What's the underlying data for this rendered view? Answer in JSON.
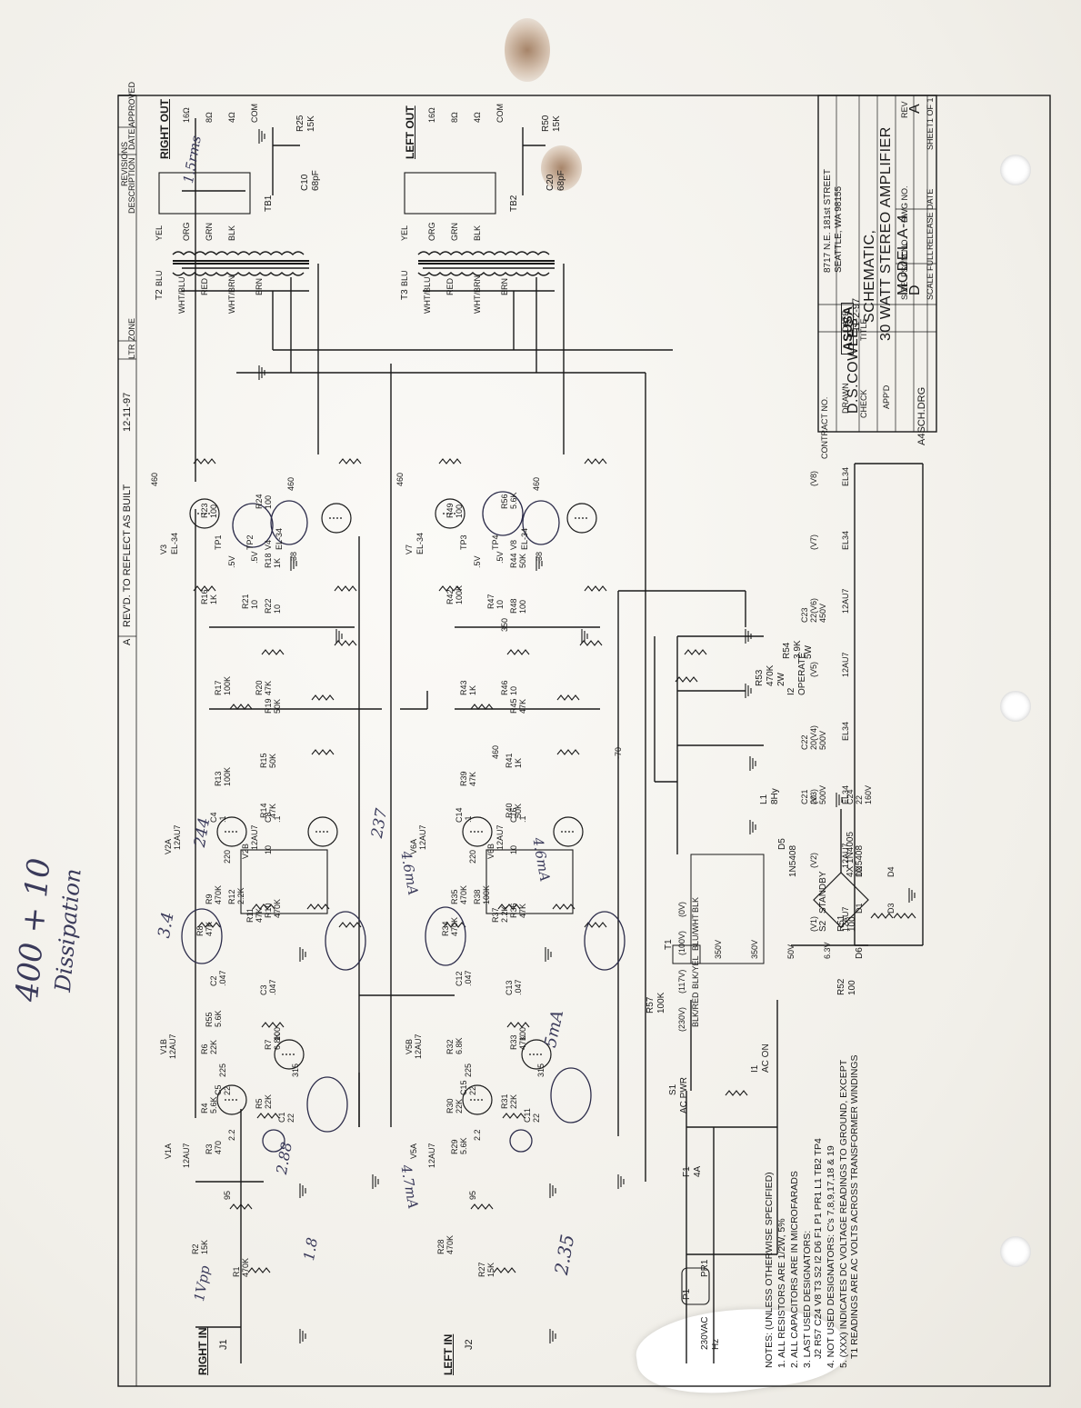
{
  "title_block": {
    "company_logo": "ASUSA",
    "address_line1": "8717 N.E. 181st STREET",
    "address_line2": "SEATTLE, WA 98155",
    "title_label": "TITLE",
    "title_line1": "SCHEMATIC,",
    "title_line2": "30 WATT STEREO AMPLIFIER",
    "title_line3": "MODEL A-4",
    "contract_label": "CONTRACT NO.",
    "drawn_label": "DRAWN",
    "drawn_by": "D.S.COWLES",
    "date_label": "DATE",
    "date": "11-2-97",
    "check_label": "CHECK",
    "appd_label": "APP'D",
    "size_label": "SIZE",
    "size": "D",
    "fscm_label": "FSCM NO.",
    "dwg_label": "DWG NO.",
    "rev_label": "REV",
    "rev": "A",
    "scale_label": "SCALE FULL",
    "release_label": "RELEASE DATE",
    "sheet_label": "SHEET",
    "sheet": "1 OF 1",
    "filename": "A4SCH.DRG"
  },
  "revisions": {
    "header": "REVISIONS",
    "col_zone": "ZONE",
    "col_ltr": "LTR",
    "col_desc": "DESCRIPTION",
    "col_date": "DATE",
    "col_appr": "APPROVED",
    "row_ltr": "A",
    "row_desc": "REV'D. TO REFLECT AS BUILT",
    "row_date": "12-11-97"
  },
  "channels": {
    "right": {
      "input_label": "RIGHT IN",
      "output_label": "RIGHT OUT",
      "jack": "J1",
      "tb": "TB1",
      "transformer": "T2",
      "cap_out": "C10",
      "cap_out_val": "68pF",
      "r_fb": "R25",
      "r_fb_val": "15K",
      "tubes": [
        "V1A",
        "V1B",
        "V2A",
        "V2B",
        "V3",
        "V4"
      ],
      "resistors": [
        {
          "ref": "R1",
          "val": "470K"
        },
        {
          "ref": "R2",
          "val": "15K"
        },
        {
          "ref": "R3",
          "val": "470"
        },
        {
          "ref": "R4",
          "val": "5.6K"
        },
        {
          "ref": "R5",
          "val": "22K"
        },
        {
          "ref": "R6",
          "val": "22K"
        },
        {
          "ref": "R7",
          "val": "6.8K"
        },
        {
          "ref": "R8",
          "val": "47K"
        },
        {
          "ref": "R9",
          "val": "470K"
        },
        {
          "ref": "R10",
          "val": "470K"
        },
        {
          "ref": "R11",
          "val": "47K"
        },
        {
          "ref": "R12",
          "val": "2.2K"
        },
        {
          "ref": "R13",
          "val": "100K"
        },
        {
          "ref": "R14",
          "val": "47K"
        },
        {
          "ref": "R15",
          "val": "50K"
        },
        {
          "ref": "R16",
          "val": "1K"
        },
        {
          "ref": "R17",
          "val": "100K"
        },
        {
          "ref": "R18",
          "val": "1K"
        },
        {
          "ref": "R19",
          "val": "50K"
        },
        {
          "ref": "R20",
          "val": "47K"
        },
        {
          "ref": "R21",
          "val": "10"
        },
        {
          "ref": "R22",
          "val": "10"
        },
        {
          "ref": "R23",
          "val": "100"
        },
        {
          "ref": "R24",
          "val": "100"
        },
        {
          "ref": "R55",
          "val": "5.6K"
        }
      ],
      "caps": [
        {
          "ref": "C1",
          "val": "22"
        },
        {
          "ref": "C2",
          "val": ".047"
        },
        {
          "ref": "C3",
          "val": ".047"
        },
        {
          "ref": "C4",
          "val": ".1"
        },
        {
          "ref": "C5",
          "val": "22"
        },
        {
          "ref": "C8",
          "val": ".1"
        }
      ],
      "tp": [
        "TP1",
        "TP2"
      ]
    },
    "left": {
      "input_label": "LEFT IN",
      "output_label": "LEFT OUT",
      "jack": "J2",
      "tb": "TB2",
      "transformer": "T3",
      "cap_out": "C20",
      "cap_out_val": "68pF",
      "r_fb": "R50",
      "r_fb_val": "15K",
      "tubes": [
        "V5A",
        "V5B",
        "V6A",
        "V6B",
        "V7",
        "V8"
      ],
      "resistors": [
        {
          "ref": "R27",
          "val": "15K"
        },
        {
          "ref": "R28",
          "val": "470K"
        },
        {
          "ref": "R29",
          "val": "5.6K"
        },
        {
          "ref": "R30",
          "val": "22K"
        },
        {
          "ref": "R31",
          "val": "22K"
        },
        {
          "ref": "R32",
          "val": "6.8K"
        },
        {
          "ref": "R33",
          "val": "47K"
        },
        {
          "ref": "R34",
          "val": "470K"
        },
        {
          "ref": "R35",
          "val": "470K"
        },
        {
          "ref": "R36",
          "val": "47K"
        },
        {
          "ref": "R37",
          "val": "2.2K"
        },
        {
          "ref": "R38",
          "val": "100K"
        },
        {
          "ref": "R39",
          "val": "47K"
        },
        {
          "ref": "R40",
          "val": "50K"
        },
        {
          "ref": "R41",
          "val": "1K"
        },
        {
          "ref": "R42",
          "val": "100K"
        },
        {
          "ref": "R43",
          "val": "1K"
        },
        {
          "ref": "R44",
          "val": "50K"
        },
        {
          "ref": "R45",
          "val": "47K"
        },
        {
          "ref": "R46",
          "val": "10"
        },
        {
          "ref": "R47",
          "val": "10"
        },
        {
          "ref": "R48",
          "val": "100"
        },
        {
          "ref": "R49",
          "val": "100"
        },
        {
          "ref": "R56",
          "val": "5.6K"
        }
      ],
      "caps": [
        {
          "ref": "C11",
          "val": "22"
        },
        {
          "ref": "C12",
          "val": ".047"
        },
        {
          "ref": "C13",
          "val": ".047"
        },
        {
          "ref": "C14",
          "val": ".1"
        },
        {
          "ref": "C15",
          "val": "22"
        },
        {
          "ref": "C16",
          "val": ".1"
        }
      ],
      "tp": [
        "TP3",
        "TP4"
      ]
    }
  },
  "tap_labels": [
    "16Ω",
    "8Ω",
    "4Ω",
    "COM"
  ],
  "wire_colors": [
    "BLU",
    "WHT/BLU",
    "RED",
    "WHT/BRN",
    "BRN",
    "YEL",
    "ORG",
    "GRN",
    "BLK"
  ],
  "tube_types": {
    "preamp": "12AU7",
    "power": "EL-34"
  },
  "voltages": {
    "v95": "95",
    "v2_2": "2.2",
    "v225": "225",
    "v100": "100",
    "v315": "315",
    "v220": "220",
    "v10": "10",
    "v460": "460",
    "vm38": "-38",
    "v350": "350",
    "vm70": "-70",
    "v05": ".5V"
  },
  "power": {
    "plug": "P1",
    "plug_label": "230VAC",
    "plug_hz": "Hz",
    "pr1": "PR1",
    "fuse": "F1",
    "fuse_val": "4A",
    "switch": "S1",
    "switch_label": "AC PWR",
    "transformer": "T1",
    "taps": [
      "(230V)",
      "(117V)",
      "(100V)",
      "(0V)"
    ],
    "tap_wires": [
      "BLK/RED",
      "BLK/YEL",
      "BLU/WHT",
      "BLK"
    ],
    "r57": "R57",
    "r57_val": "100K",
    "lamp1": "I1",
    "lamp1_label": "AC ON",
    "d5": "D5",
    "d5_val": "1N5408",
    "d6": "D6",
    "d6_val": "1N5408",
    "s2": "S2",
    "s2_label": "STANDBY",
    "bridge": "4X 1N4005",
    "d_refs": [
      "D1",
      "D2",
      "D3",
      "D4"
    ],
    "sec_labels": [
      "350V",
      "350V",
      "50V",
      "6.3V"
    ],
    "l1": "L1",
    "l1_val": "8Hy",
    "c21": "C21",
    "c21_val": "20",
    "c21_v": "500V",
    "c22": "C22",
    "c22_val": "20",
    "c22_v": "500V",
    "c23": "C23",
    "c23_val": "22",
    "c23_v": "450V",
    "c24": "C24",
    "c24_val": "22",
    "c24_v": "160V",
    "r53": "R53",
    "r53_val": "470K",
    "r53_w": "2W",
    "r54": "R54",
    "r54_val": "3.9K",
    "r54_w": "5W",
    "lamp2": "I2",
    "lamp2_label": "OPERATE",
    "r51": "R51",
    "r51_val": "100",
    "r52": "R52",
    "r52_val": "100"
  },
  "heaters": {
    "tubes": [
      "(V1)",
      "(V2)",
      "(V3)",
      "(V4)",
      "(V5)",
      "(V6)",
      "(V7)",
      "(V8)"
    ],
    "types": [
      "12AU7",
      "12AU7",
      "EL34",
      "EL34",
      "12AU7",
      "12AU7",
      "EL34",
      "EL34"
    ]
  },
  "notes": {
    "header": "NOTES: (UNLESS OTHERWISE SPECIFIED)",
    "n1": "1. ALL RESISTORS ARE 1/2W, 5%",
    "n2": "2. ALL CAPACITORS ARE IN MICROFARADS",
    "n3": "3. LAST USED DESIGNATORS:",
    "n3b": "J2  R57  C24  V8  T3  S2  I2  D6    F1  P1  PR1  L1  TB2  TP4",
    "n4": "4. NOT USED DESIGNATORS:  C's  7,8,9,17,18 & 19",
    "n5": "5. (XXX) INDICATES DC VOLTAGE READINGS TO GROUND, EXCEPT",
    "n5b": "T1 READINGS ARE AC VOLTS ACROSS TRANSFORMER WINDINGS"
  },
  "handwriting": {
    "left_margin_1": "400 + 10",
    "left_margin_2": "Dissipation",
    "near_r2": "1Vpp",
    "near_r8": "3.4",
    "near_v2a": "244",
    "near_v2b": "237",
    "near_r3": "2.88",
    "near_r5": "1.8",
    "near_r30": "4.7mA",
    "near_v5b": "5mA",
    "near_v6": "4.6mA",
    "near_v6b": "4.6mA",
    "near_c11": "2.35",
    "near_tb1": "1.5rms"
  }
}
